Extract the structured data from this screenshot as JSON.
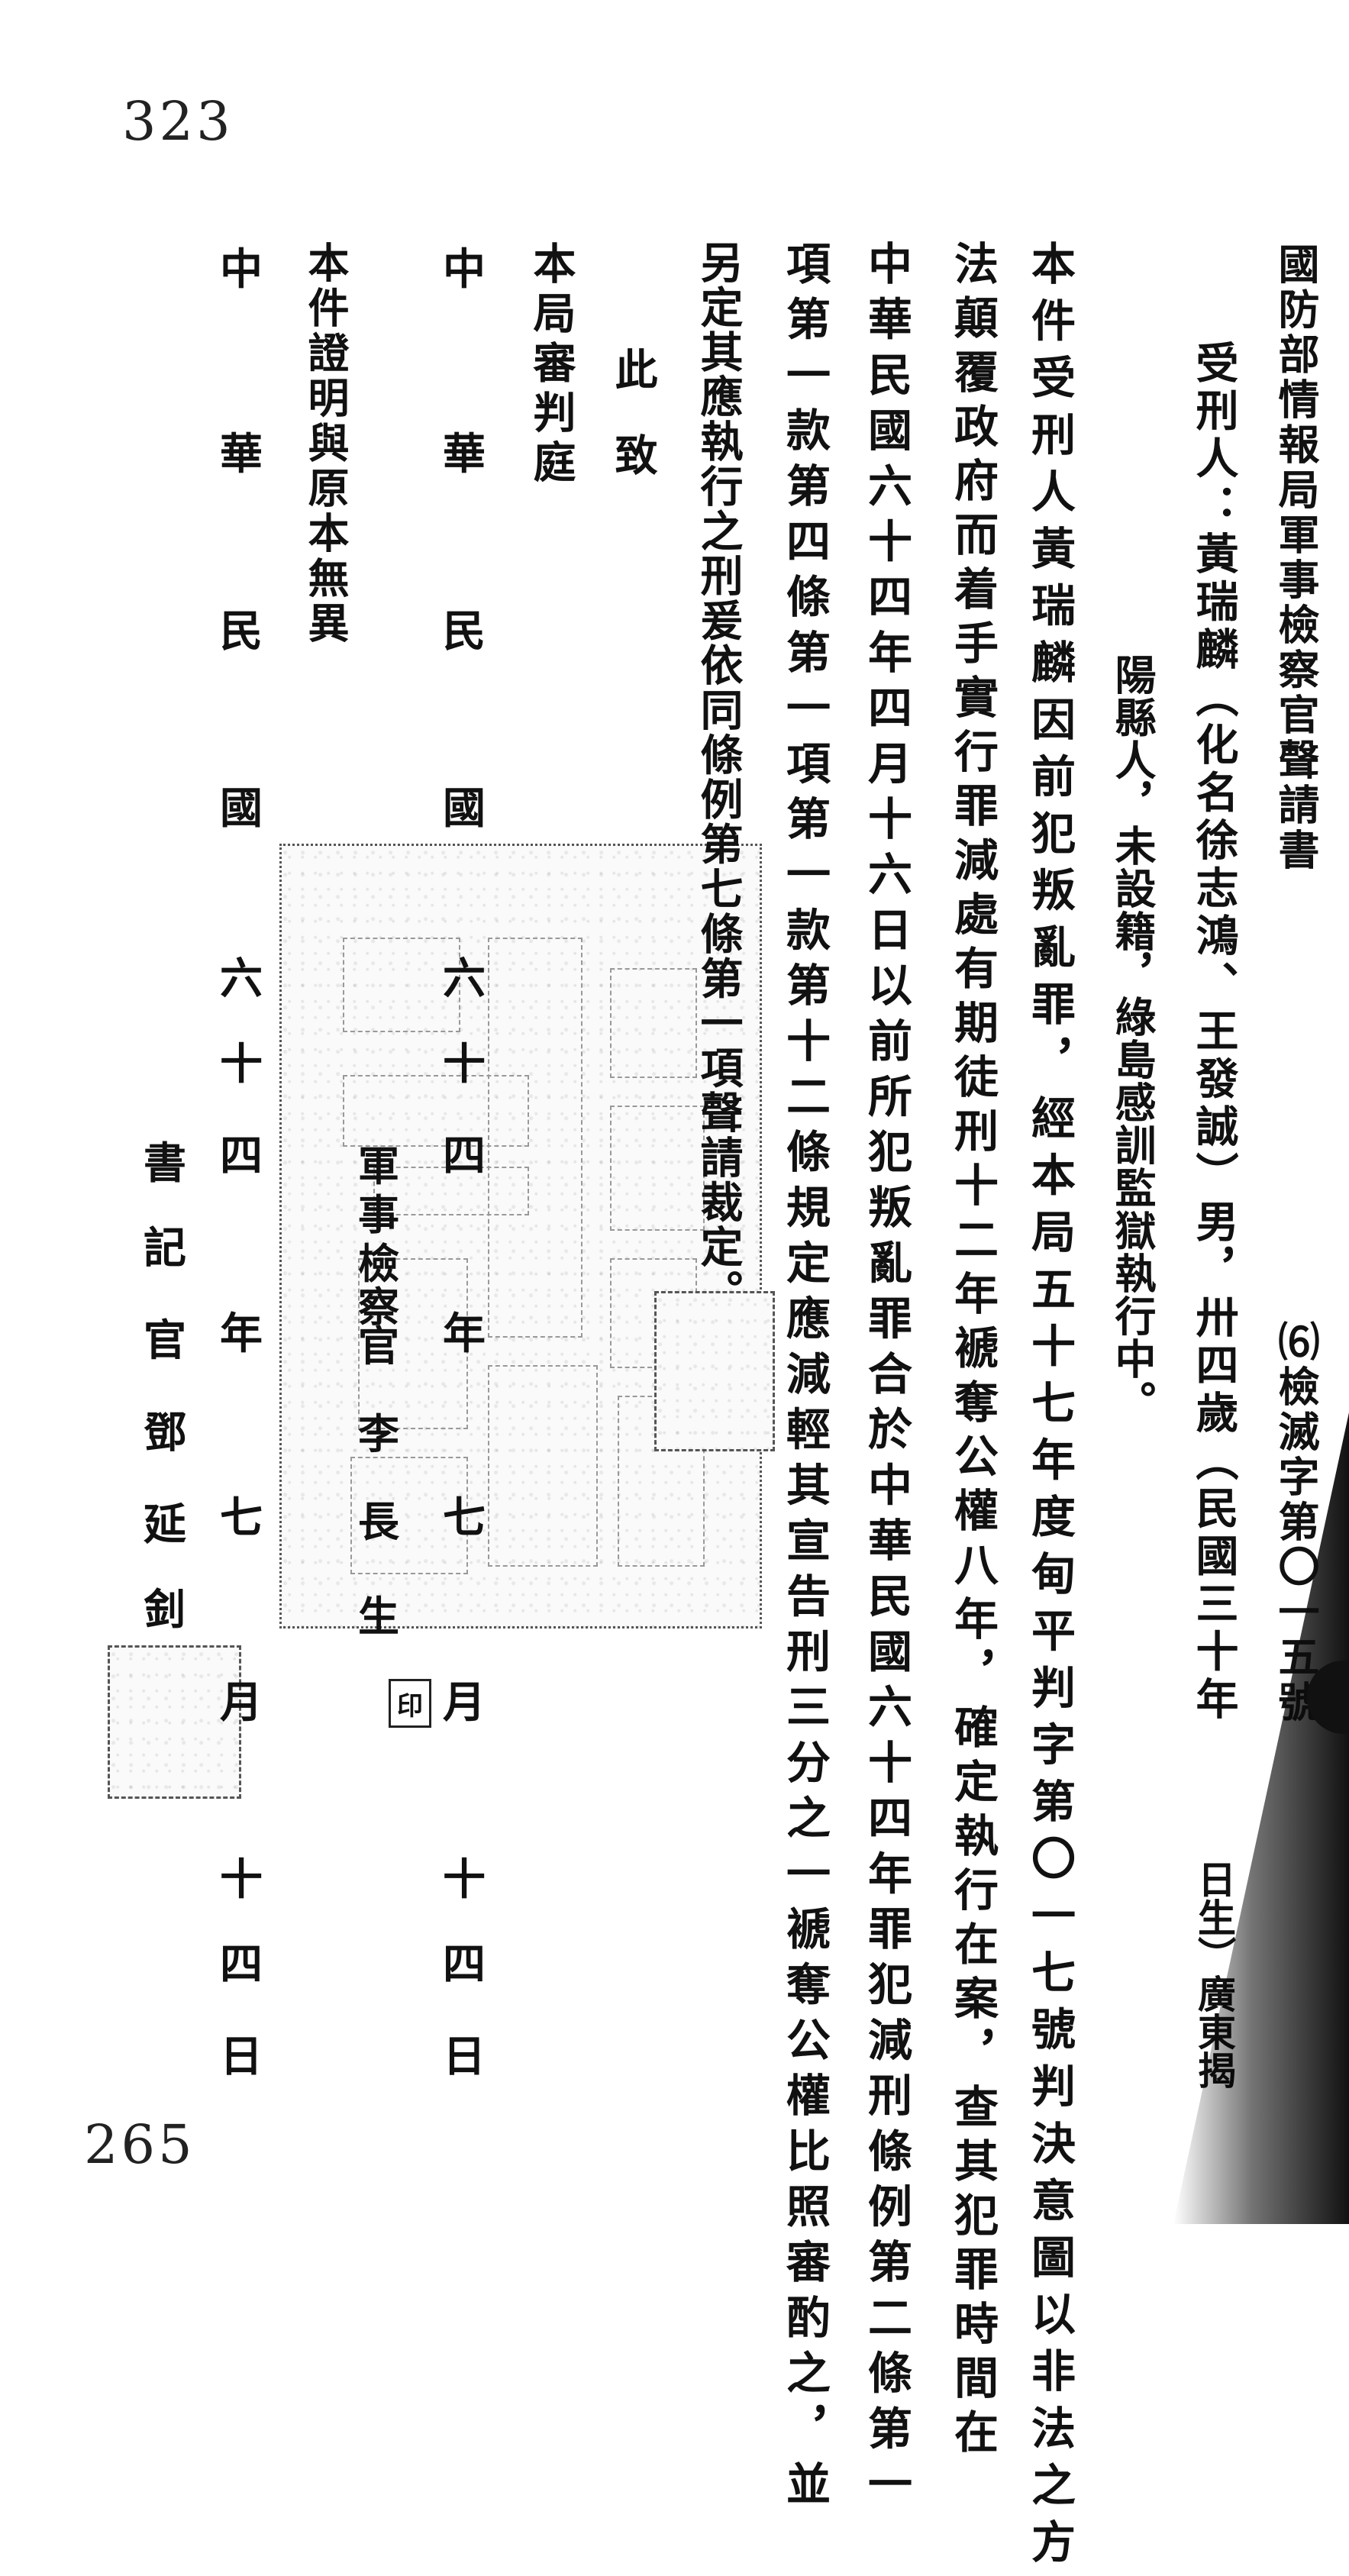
{
  "page_numbers": {
    "top": "323",
    "bottom": "265"
  },
  "header": {
    "title": "國防部情報局軍事檢察官聲請書",
    "serial": "⑹檢滅字第〇一五號"
  },
  "defendant": {
    "line1": "受刑人：黃瑞麟（化名徐志鴻、王發誠）男，卅四歲（民國三十年",
    "line1_tail": "日生）廣東揭",
    "line2": "陽縣人，未設籍，綠島感訓監獄執行中。"
  },
  "body": {
    "lines": [
      "本件受刑人黃瑞麟因前犯叛亂罪，經本局五十七年度甸平判字第〇一七號判決意圖以非法之方",
      "法顛覆政府而着手實行罪減處有期徒刑十二年褫奪公權八年，確定執行在案，查其犯罪時間在",
      "中華民國六十四年四月十六日以前所犯叛亂罪合於中華民國六十四年罪犯減刑條例第二條第一",
      "項第一款第四條第一項第一款第十二條規定應減輕其宣告刑三分之一褫奪公權比照審酌之，並",
      "另定其應執行之刑爰依同條例第七條第一項聲請裁定。"
    ]
  },
  "closing": {
    "salutation": "此致",
    "addressee": "本局審判庭"
  },
  "prosecutor": {
    "date": "中華民國六十四年七月十四日",
    "title_name": "軍事檢察官李長生",
    "seal_mark": "印"
  },
  "certification": {
    "statement": "本件證明與原本無異",
    "date": "中華民國六十四年七月十四日",
    "clerk": "書記官鄧延釗"
  }
}
